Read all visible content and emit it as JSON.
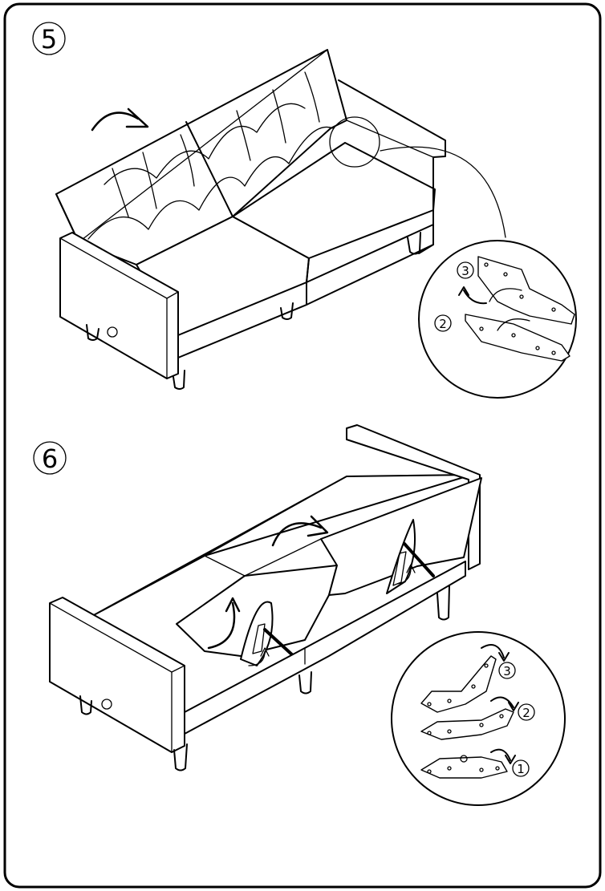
{
  "steps": [
    {
      "number": "5",
      "callout_labels": [
        "3",
        "2"
      ]
    },
    {
      "number": "6",
      "callout_labels": [
        "3",
        "2",
        "1"
      ]
    }
  ]
}
